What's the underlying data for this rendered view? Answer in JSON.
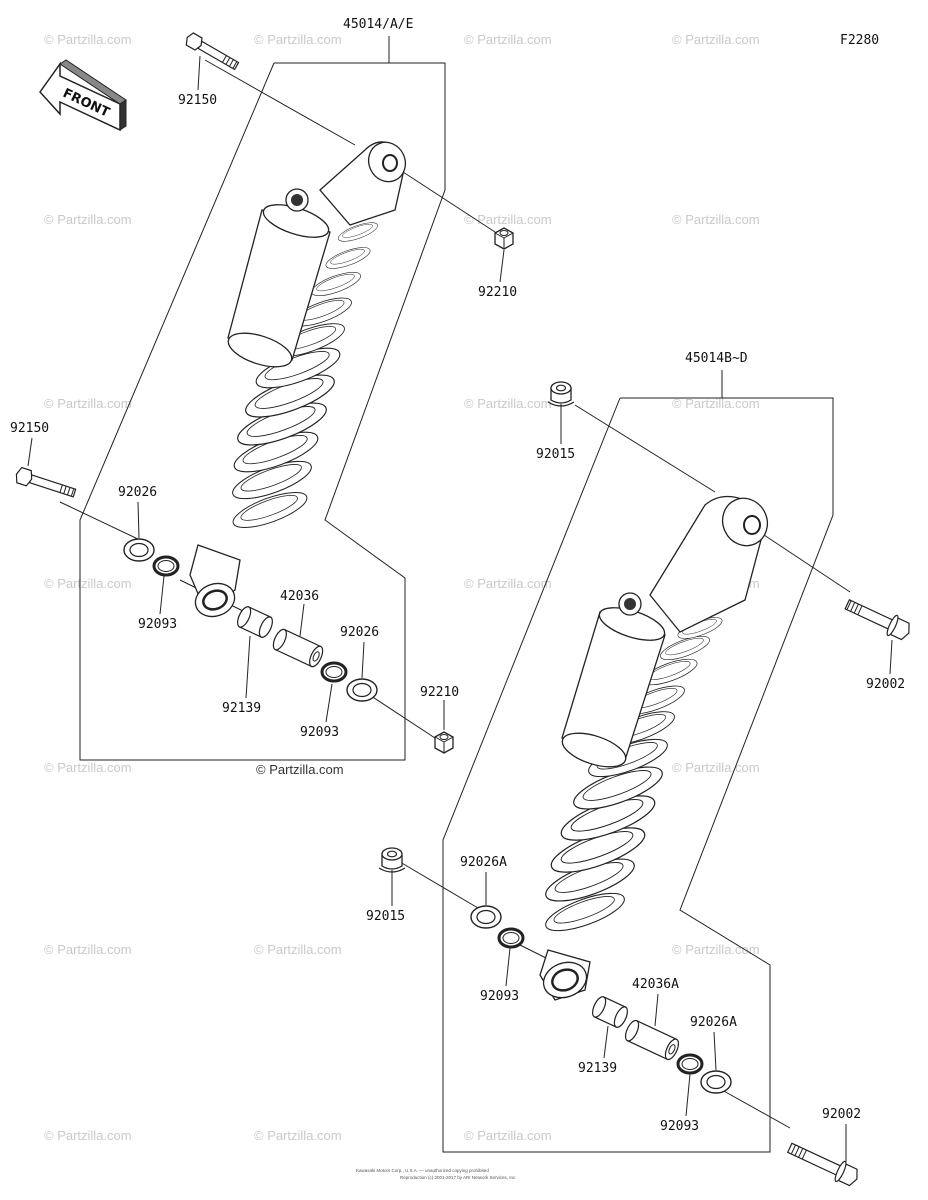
{
  "figure_code": "F2280",
  "front_label": "FRONT",
  "watermark_text": "© Partzilla.com",
  "footer_lines": [
    "Kawasaki Motors Corp., U.S.A. — unauthorized copying prohibited",
    "Reproduction (c) 2001-2017 by ARI Network Services, Inc."
  ],
  "upper_assembly": {
    "group_label": "45014/A/E",
    "labels": {
      "bolt_top": "92150",
      "nut_top": "92210",
      "bolt_side": "92150",
      "washer_left": "92026",
      "seal_left": "92093",
      "bushing": "92139",
      "collar": "42036",
      "washer_right": "92026",
      "seal_right": "92093",
      "nut_bottom": "92210"
    }
  },
  "lower_assembly": {
    "group_label": "45014B~D",
    "labels": {
      "nut_top": "92015",
      "bolt_right": "92002",
      "nut_left": "92015",
      "washer_left": "92026A",
      "seal_left": "92093",
      "bushing": "92139",
      "collar": "42036A",
      "washer_right": "92026A",
      "seal_right": "92093",
      "bolt_bottom": "92002"
    }
  }
}
